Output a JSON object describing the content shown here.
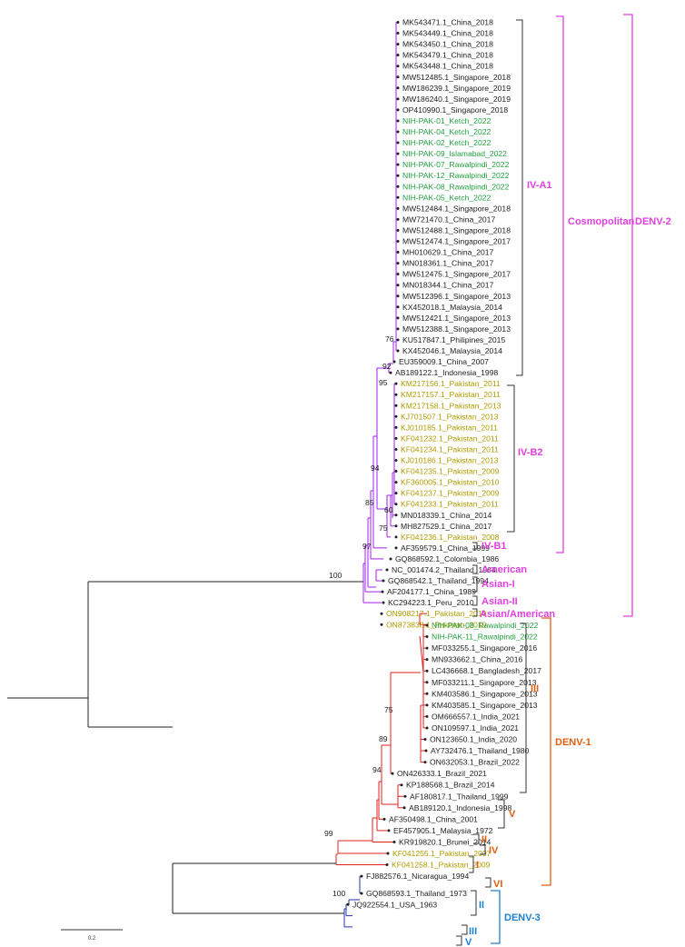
{
  "colors": {
    "denv2": "#e040e0",
    "denv2_branch": "#a020f0",
    "denv1": "#e06010",
    "denv1_branch": "#e02020",
    "denv3": "#2080d0",
    "denv3_branch": "#2030b0",
    "leaf_black": "#222222",
    "leaf_green": "#22a040",
    "leaf_olive": "#b09a00"
  },
  "leaves": [
    {
      "label": "MK543471.1_China_2018",
      "color": "black"
    },
    {
      "label": "MK543449.1_China_2018",
      "color": "black"
    },
    {
      "label": "MK543450.1_China_2018",
      "color": "black"
    },
    {
      "label": "MK543479.1_China_2018",
      "color": "black"
    },
    {
      "label": "MK543448.1_China_2018",
      "color": "black"
    },
    {
      "label": "MW512485.1_Singapore_2018",
      "color": "black"
    },
    {
      "label": "MW186239.1_Singapore_2019",
      "color": "black"
    },
    {
      "label": "MW186240.1_Singapore_2019",
      "color": "black"
    },
    {
      "label": "OP410990.1_Singapore_2018",
      "color": "black"
    },
    {
      "label": "NIH-PAK-01_Ketch_2022",
      "color": "green"
    },
    {
      "label": "NIH-PAK-04_Ketch_2022",
      "color": "green"
    },
    {
      "label": "NIH-PAK-02_Ketch_2022",
      "color": "green"
    },
    {
      "label": "NIH-PAK-09_Islamabad_2022",
      "color": "green"
    },
    {
      "label": "NIH-PAK-07_Rawalpindi_2022",
      "color": "green"
    },
    {
      "label": "NIH-PAK-12_Rawalpindi_2022",
      "color": "green"
    },
    {
      "label": "NIH-PAK-08_Rawalpindi_2022",
      "color": "green"
    },
    {
      "label": "NIH-PAK-05_Ketch_2022",
      "color": "green"
    },
    {
      "label": "MW512484.1_Singapore_2018",
      "color": "black"
    },
    {
      "label": "MW721470.1_China_2017",
      "color": "black"
    },
    {
      "label": "MW512488.1_Singapore_2018",
      "color": "black"
    },
    {
      "label": "MW512474.1_Singapore_2017",
      "color": "black"
    },
    {
      "label": "MH010629.1_China_2017",
      "color": "black"
    },
    {
      "label": "MN018361.1_China_2017",
      "color": "black"
    },
    {
      "label": "MW512475.1_Singapore_2017",
      "color": "black"
    },
    {
      "label": "MN018344.1_China_2017",
      "color": "black"
    },
    {
      "label": "MW512396.1_Singapore_2013",
      "color": "black"
    },
    {
      "label": "KX452018.1_Malaysia_2014",
      "color": "black"
    },
    {
      "label": "MW512421.1_Singapore_2013",
      "color": "black"
    },
    {
      "label": "MW512388.1_Singapore_2013",
      "color": "black"
    },
    {
      "label": "KU517847.1_Philipines_2015",
      "color": "black"
    },
    {
      "label": "KX452046.1_Malaysia_2014",
      "color": "black"
    },
    {
      "label": "EU359009.1_China_2007",
      "color": "black"
    },
    {
      "label": "AB189122.1_Indonesia_1998",
      "color": "black"
    },
    {
      "label": "KM217156.1_Pakistan_2011",
      "color": "olive"
    },
    {
      "label": "KM217157.1_Pakistan_2011",
      "color": "olive"
    },
    {
      "label": "KM217158.1_Pakistan_2013",
      "color": "olive"
    },
    {
      "label": "KJ701507.1_Pakistan_2013",
      "color": "olive"
    },
    {
      "label": "KJ010185.1_Pakistan_2011",
      "color": "olive"
    },
    {
      "label": "KF041232.1_Pakistan_2011",
      "color": "olive"
    },
    {
      "label": "KF041234.1_Pakistan_2011",
      "color": "olive"
    },
    {
      "label": "KJ010186.1_Pakistan_2013",
      "color": "olive"
    },
    {
      "label": "KF041235.1_Pakistan_2009",
      "color": "olive"
    },
    {
      "label": "KF360005.1_Pakistan_2010",
      "color": "olive"
    },
    {
      "label": "KF041237.1_Pakistan_2009",
      "color": "olive"
    },
    {
      "label": "KF041233.1_Pakistan_2011",
      "color": "olive"
    },
    {
      "label": "MN018339.1_China_2014",
      "color": "black"
    },
    {
      "label": "MH827529.1_China_2017",
      "color": "black"
    },
    {
      "label": "KF041236.1_Pakistan_2008",
      "color": "olive"
    },
    {
      "label": "AF359579.1_China_1999",
      "color": "black"
    },
    {
      "label": "GQ868592.1_Colombia_1986",
      "color": "black"
    },
    {
      "label": "NC_001474.2_Thailand_1964",
      "color": "black"
    },
    {
      "label": "GQ868542.1_Thailand_1994",
      "color": "black"
    },
    {
      "label": "AF204177.1_China_1989",
      "color": "black"
    },
    {
      "label": "KC294223.1_Peru_2010",
      "color": "black"
    },
    {
      "label": "ON908217.1_Pakistan_2019",
      "color": "olive"
    },
    {
      "label": "ON873838.1_Pakistan_2019",
      "color": "olive"
    },
    {
      "label": "NIH-PAK-08_Rawalpindi_2022",
      "color": "green"
    },
    {
      "label": "NIH-PAK-11_Rawalpindi_2022",
      "color": "green"
    },
    {
      "label": "MF033255.1_Singapore_2016",
      "color": "black"
    },
    {
      "label": "MN933662.1_China_2016",
      "color": "black"
    },
    {
      "label": "LC436668.1_Bangladesh_2017",
      "color": "black"
    },
    {
      "label": "MF033211.1_Singapore_2013",
      "color": "black"
    },
    {
      "label": "KM403586.1_Singapore_2013",
      "color": "black"
    },
    {
      "label": "KM403585.1_Singapore_2013",
      "color": "black"
    },
    {
      "label": "OM666557.1_India_2021",
      "color": "black"
    },
    {
      "label": "ON109597.1_India_2021",
      "color": "black"
    },
    {
      "label": "ON123650.1_India_2020",
      "color": "black"
    },
    {
      "label": "AY732476.1_Thailand_1980",
      "color": "black"
    },
    {
      "label": "ON632053.1_Brazil_2022",
      "color": "black"
    },
    {
      "label": "ON426333.1_Brazil_2021",
      "color": "black"
    },
    {
      "label": "KP188568.1_Brazil_2014",
      "color": "black"
    },
    {
      "label": "AF180817.1_Thailand_1999",
      "color": "black"
    },
    {
      "label": "AB189120.1_Indonesia_1998",
      "color": "black"
    },
    {
      "label": "AF350498.1_China_2001",
      "color": "black"
    },
    {
      "label": "EF457905.1_Malaysia_1972",
      "color": "black"
    },
    {
      "label": "KR919820.1_Brunei_2014",
      "color": "black"
    },
    {
      "label": "KF041255.1_Pakistan_2007",
      "color": "olive"
    },
    {
      "label": "KF041258.1_Pakistan_2009",
      "color": "olive"
    },
    {
      "label": "FJ882576.1_Nicaragua_1994",
      "color": "black"
    },
    {
      "label": "GQ868593.1_Thailand_1973",
      "color": "black"
    },
    {
      "label": "JQ922554.1_USA_1963",
      "color": "black"
    }
  ],
  "bootstrap_values": [
    "76",
    "92",
    "95",
    "94",
    "60",
    "75",
    "85",
    "97",
    "100",
    "75",
    "89",
    "94",
    "99",
    "100"
  ],
  "clades": {
    "iv_a1": "IV-A1",
    "iv_b2": "IV-B2",
    "iv_b1": "IV-B1",
    "american": "American",
    "asian_i": "Asian-I",
    "asian_ii": "Asian-II",
    "asian_american": "Asian/American",
    "cosmopolitan": "Cosmopolitan",
    "denv2": "DENV-2",
    "denv1_iii": "III",
    "denv1_v": "V",
    "denv1_ii": "II",
    "denv1_iv": "IV",
    "denv1_i": "I",
    "denv1_vi": "VI",
    "denv1": "DENV-1",
    "denv3_ii": "II",
    "denv3_iii": "III",
    "denv3_v": "V",
    "denv3": "DENV-3"
  },
  "scale_bar_label": "0.2"
}
